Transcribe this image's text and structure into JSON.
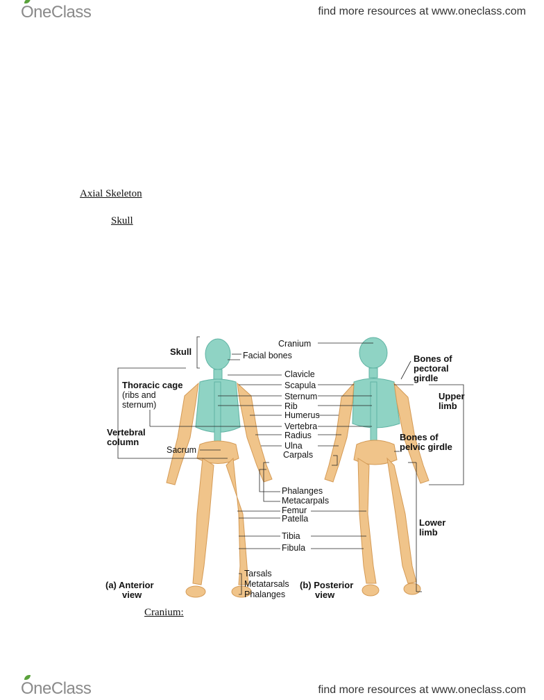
{
  "header": {
    "logo_text": "OneClass",
    "promo_text": "find more resources at www.oneclass.com"
  },
  "footer": {
    "logo_text": "OneClass",
    "promo_text": "find more resources at www.oneclass.com"
  },
  "document": {
    "heading_axial": "Axial Skeleton",
    "heading_skull": "Skull",
    "heading_cranium": "Cranium:"
  },
  "figure": {
    "labels": {
      "skull": "Skull",
      "cranium": "Cranium",
      "facial_bones": "Facial bones",
      "thoracic_cage": "Thoracic cage",
      "ribs_and": "(ribs and",
      "sternum_paren": "sternum)",
      "clavicle": "Clavicle",
      "scapula": "Scapula",
      "sternum": "Sternum",
      "rib": "Rib",
      "humerus": "Humerus",
      "vertebra": "Vertebra",
      "radius": "Radius",
      "ulna": "Ulna",
      "carpals": "Carpals",
      "vertebral": "Vertebral",
      "column": "column",
      "sacrum": "Sacrum",
      "phalanges_hand": "Phalanges",
      "metacarpals": "Metacarpals",
      "femur": "Femur",
      "patella": "Patella",
      "tibia": "Tibia",
      "fibula": "Fibula",
      "tarsals": "Tarsals",
      "metatarsals": "Metatarsals",
      "phalanges_foot": "Phalanges",
      "bones_of": "Bones of",
      "pectoral": "pectoral",
      "girdle": "girdle",
      "upper": "Upper",
      "limb_upper": "limb",
      "bones_of_2": "Bones of",
      "pelvic_girdle": "pelvic girdle",
      "lower": "Lower",
      "limb_lower": "limb",
      "anterior_a": "(a) Anterior",
      "anterior_view": "view",
      "posterior_b": "(b) Posterior",
      "posterior_view": "view"
    },
    "colors": {
      "appendicular": "#f0c48a",
      "axial": "#8fd3c4",
      "body_outline": "#f6dcc0"
    }
  }
}
